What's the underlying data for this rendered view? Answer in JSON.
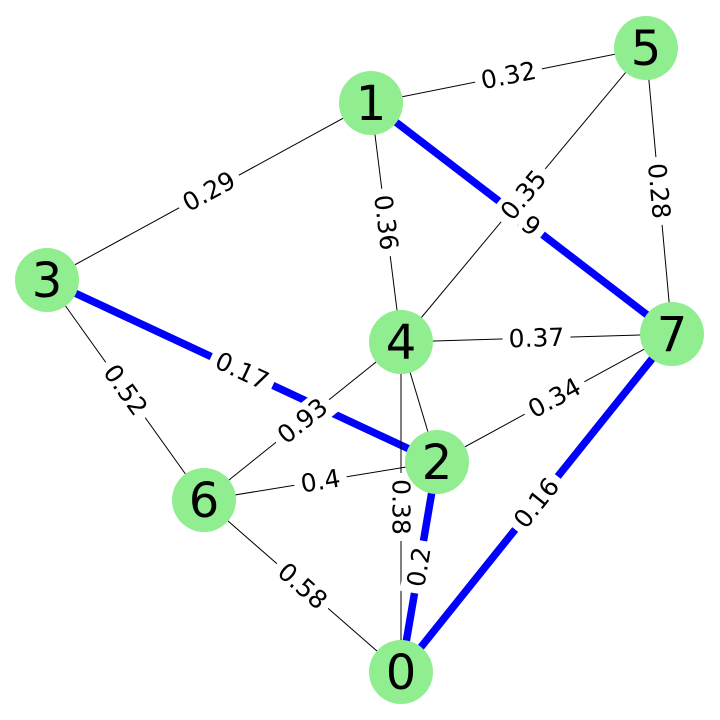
{
  "colors": {
    "node": "#90EE90",
    "highlight": "#0000FF",
    "edge": "#000000"
  },
  "nodes": [
    {
      "id": "0",
      "label": "0"
    },
    {
      "id": "1",
      "label": "1"
    },
    {
      "id": "2",
      "label": "2"
    },
    {
      "id": "3",
      "label": "3"
    },
    {
      "id": "4",
      "label": "4"
    },
    {
      "id": "5",
      "label": "5"
    },
    {
      "id": "6",
      "label": "6"
    },
    {
      "id": "7",
      "label": "7"
    }
  ],
  "edges": [
    {
      "source": "1",
      "target": "5",
      "weight": "0.32",
      "highlighted": false
    },
    {
      "source": "1",
      "target": "3",
      "weight": "0.29",
      "highlighted": false
    },
    {
      "source": "1",
      "target": "4",
      "weight": "0.36",
      "highlighted": false
    },
    {
      "source": "1",
      "target": "7",
      "weight": "0.9",
      "highlighted": true
    },
    {
      "source": "5",
      "target": "4",
      "weight": "0.35",
      "highlighted": false
    },
    {
      "source": "5",
      "target": "7",
      "weight": "0.28",
      "highlighted": false
    },
    {
      "source": "3",
      "target": "2",
      "weight": "0.17",
      "highlighted": true
    },
    {
      "source": "3",
      "target": "6",
      "weight": "0.52",
      "highlighted": false
    },
    {
      "source": "4",
      "target": "7",
      "weight": "0.37",
      "highlighted": false
    },
    {
      "source": "4",
      "target": "6",
      "weight": "0.93",
      "highlighted": false
    },
    {
      "source": "4",
      "target": "0",
      "weight": "0.38",
      "highlighted": false
    },
    {
      "source": "4",
      "target": "2",
      "weight": "",
      "highlighted": false
    },
    {
      "source": "7",
      "target": "2",
      "weight": "0.34",
      "highlighted": false
    },
    {
      "source": "7",
      "target": "0",
      "weight": "0.16",
      "highlighted": true
    },
    {
      "source": "6",
      "target": "2",
      "weight": "0.4",
      "highlighted": false
    },
    {
      "source": "6",
      "target": "0",
      "weight": "0.58",
      "highlighted": false
    },
    {
      "source": "2",
      "target": "0",
      "weight": "0.2",
      "highlighted": true
    }
  ]
}
